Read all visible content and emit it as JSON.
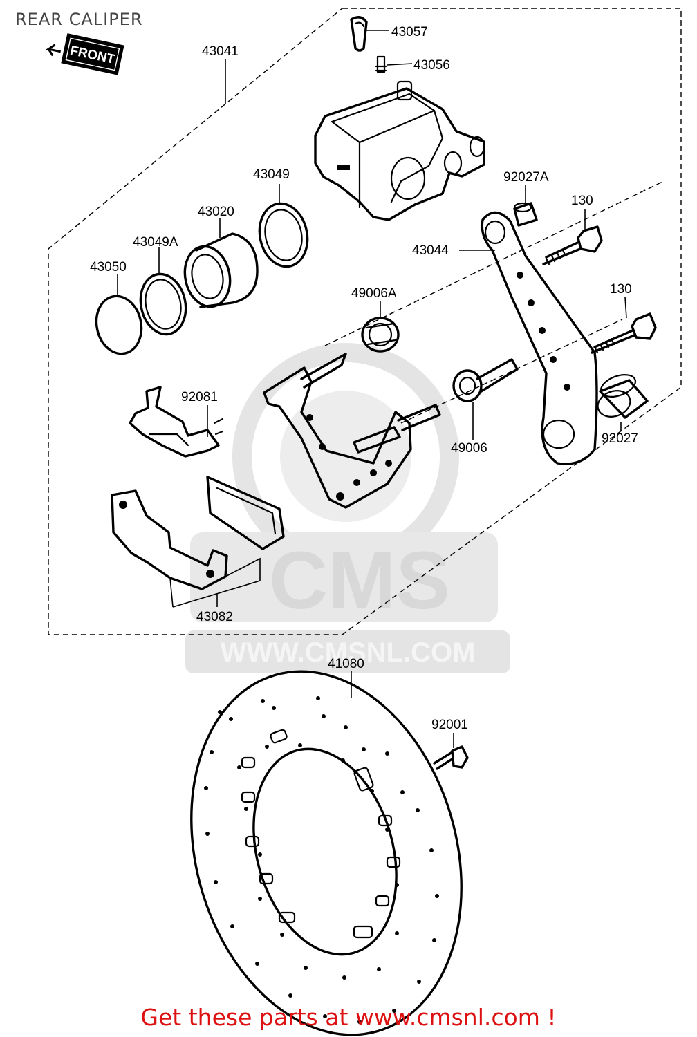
{
  "title": "REAR CALIPER",
  "front_badge": "FRONT",
  "watermark": {
    "logo_text": "CMS",
    "url_text": "WWW.CMSNL.COM"
  },
  "parts": [
    {
      "number": "43041"
    },
    {
      "number": "43057"
    },
    {
      "number": "43056"
    },
    {
      "number": "43049"
    },
    {
      "number": "43020"
    },
    {
      "number": "43049A"
    },
    {
      "number": "43050"
    },
    {
      "number": "92027A"
    },
    {
      "number": "130"
    },
    {
      "number": "43044"
    },
    {
      "number": "49006A"
    },
    {
      "number": "130"
    },
    {
      "number": "92081"
    },
    {
      "number": "49006"
    },
    {
      "number": "92027"
    },
    {
      "number": "43082"
    },
    {
      "number": "41080"
    },
    {
      "number": "92001"
    }
  ],
  "footer": "Get these parts at www.cmsnl.com !",
  "colors": {
    "footer": "#dd1111",
    "title": "#444444",
    "watermark": "#d8d8d8"
  }
}
